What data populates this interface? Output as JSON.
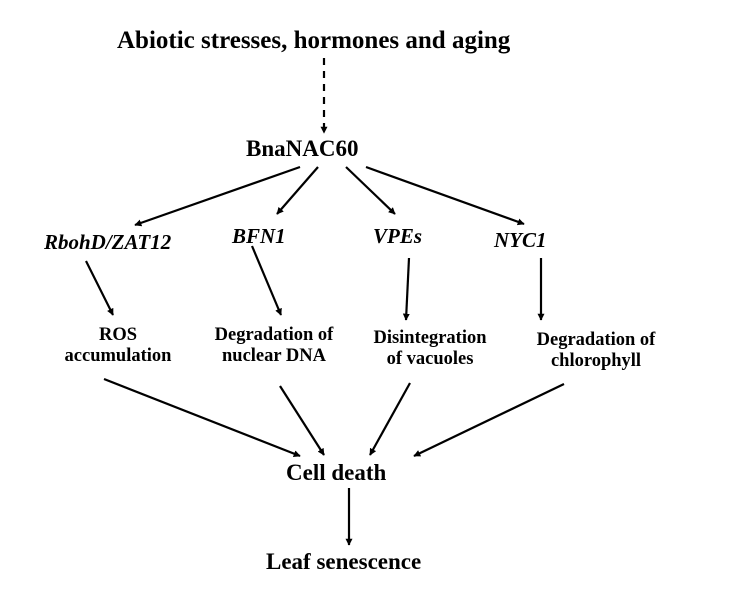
{
  "diagram": {
    "top": {
      "label": "Abiotic stresses, hormones and aging"
    },
    "tf": {
      "label": "BnaNAC60"
    },
    "genes": [
      {
        "label": "RbohD/ZAT12"
      },
      {
        "label": "BFN1"
      },
      {
        "label": "VPEs"
      },
      {
        "label": "NYC1"
      }
    ],
    "processes": [
      {
        "line1": "ROS",
        "line2": "accumulation"
      },
      {
        "line1": "Degradation of",
        "line2": "nuclear DNA"
      },
      {
        "line1": "Disintegration",
        "line2": "of vacuoles"
      },
      {
        "line1": "Degradation of",
        "line2": "chlorophyll"
      }
    ],
    "cell_death": {
      "label": "Cell death"
    },
    "outcome": {
      "label": "Leaf senescence"
    },
    "colors": {
      "text": "#000000",
      "arrow": "#000000",
      "background": "#ffffff"
    }
  }
}
